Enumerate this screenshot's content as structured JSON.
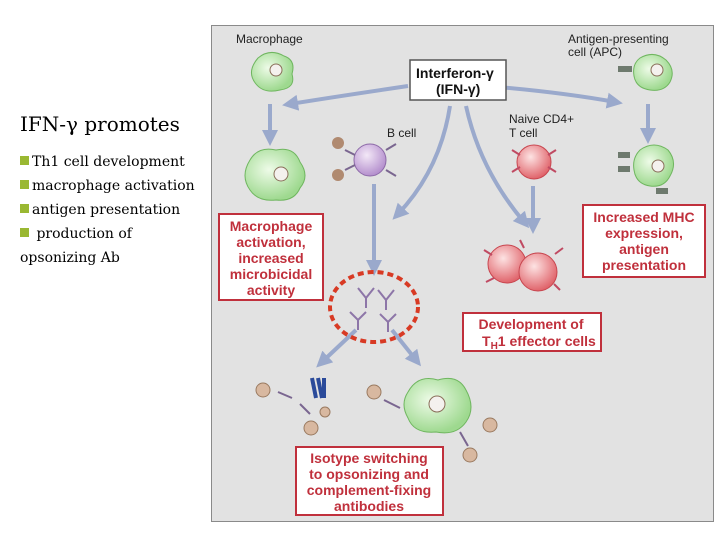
{
  "left": {
    "title": "IFN-γ promotes",
    "bullets": [
      "Th1 cell development",
      "macrophage activation",
      "antigen presentation",
      " production of",
      "opsonizing Ab"
    ]
  },
  "diagram": {
    "macrophage_label": "Macrophage",
    "apc_label_1": "Antigen-presenting",
    "apc_label_2": "cell (APC)",
    "ifn_line1": "Interferon-γ",
    "ifn_line2": "(IFN-γ)",
    "bcell_label": "B cell",
    "naive_line1": "Naive CD4+",
    "naive_line2": "T cell",
    "mac_box": [
      "Macrophage",
      "activation,",
      "increased",
      "microbicidal",
      "activity"
    ],
    "mhc_box": [
      "Increased MHC",
      "expression,",
      "antigen",
      "presentation"
    ],
    "th1_box_line1": "Development of",
    "th1_box_line2": "T",
    "th1_box_sub": "H",
    "th1_box_line2b": "1 effector cells",
    "iso_box": [
      "Isotype switching",
      "to opsonizing and",
      "complement-fixing",
      "antibodies"
    ]
  },
  "colors": {
    "accent_red": "#c0303c",
    "bullet_green": "#9ab832",
    "panel_gray": "#e2e2e2",
    "arrow_blue": "#9aa9cc"
  }
}
